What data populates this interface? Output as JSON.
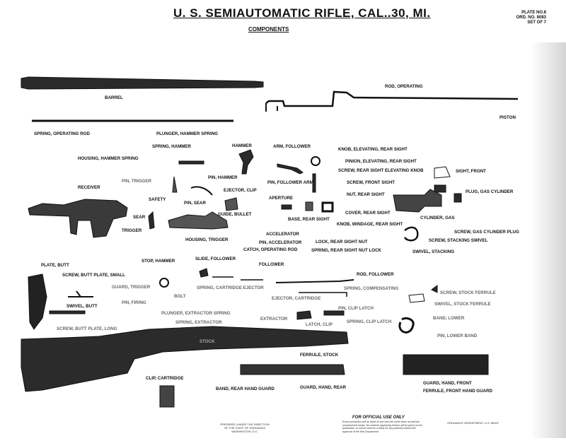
{
  "title": "U. S. SEMIAUTOMATIC RIFLE, CAL..30, MI.",
  "subtitle": "COMPONENTS",
  "plate": [
    "PLATE NO.8",
    "ORD. NO. 8083",
    "SET OF 7"
  ],
  "parts": {
    "barrel": "BARREL",
    "rod_operating": "ROD, OPERATING",
    "piston": "PISTON",
    "spring_operating_rod": "SPRING, OPERATING ROD",
    "plunger_hammer_spring": "PLUNGER, HAMMER SPRING",
    "spring_hammer": "SPRING, HAMMER",
    "hammer": "HAMMER",
    "arm_follower": "ARM, FOLLOWER",
    "knob_elevating_rear_sight": "KNOB, ELEVATING, REAR SIGHT",
    "housing_hammer_spring": "HOUSING, HAMMER SPRING",
    "pinion_elevating_rear_sight": "PINION, ELEVATING, REAR SIGHT",
    "screw_rear_sight_elevating_knob": "SCREW, REAR SIGHT ELEVATING KNOB",
    "sight_front": "SIGHT, FRONT",
    "pin_hammer": "PIN, HAMMER",
    "pin_trigger": "PIN, TRIGGER",
    "receiver": "RECEIVER",
    "pin_follower_arm": "PIN, FOLLOWER ARM",
    "screw_front_sight": "SCREW, FRONT SIGHT",
    "ejector_clip": "EJECTOR, CLIP",
    "plug_gas_cylinder": "PLUG, GAS CYLINDER",
    "nut_rear_sight": "NUT, REAR SIGHT",
    "safety": "SAFETY",
    "pin_sear": "PIN, SEAR",
    "aperture": "APERTURE",
    "guide_bullet": "GUIDE, BULLET",
    "cover_rear_sight": "COVER, REAR SIGHT",
    "cylinder_gas": "CYLINDER, GAS",
    "sear": "SEAR",
    "base_rear_sight": "BASE, REAR SIGHT",
    "knob_windage_rear_sight": "KNOB, WINDAGE, REAR SIGHT",
    "screw_gas_cylinder_plug": "SCREW, GAS CYLINDER PLUG",
    "trigger": "TRIGGER",
    "accelerator": "ACCELERATOR",
    "screw_stacking_swivel": "SCREW, STACKING SWIVEL",
    "housing_trigger": "HOUSING, TRIGGER",
    "pin_accelerator": "PIN, ACCELERATOR",
    "lock_rear_sight_nut": "LOCK, REAR SIGHT NUT",
    "swivel_stacking": "SWIVEL, STACKING",
    "catch_operating_rod": "CATCH, OPERATING ROD",
    "spring_rear_sight_nut_lock": "SPRING, REAR SIGHT NUT LOCK",
    "slide_follower": "SLIDE, FOLLOWER",
    "stop_hammer": "STOP, HAMMER",
    "follower": "FOLLOWER",
    "plate_butt": "PLATE, BUTT",
    "screw_butt_plate_small": "SCREW, BUTT PLATE, SMALL",
    "rod_follower": "ROD, FOLLOWER",
    "guard_trigger": "GUARD, TRIGGER",
    "spring_cartridge_ejector": "SPRING, CARTRIDGE EJECTOR",
    "spring_compensating": "SPRING, COMPENSATING",
    "bolt": "BOLT",
    "screw_stock_ferrule": "SCREW, STOCK FERRULE",
    "swivel_butt": "SWIVEL, BUTT",
    "pin_firing": "PIN, FIRING",
    "ejector_cartridge": "EJECTOR, CARTRIDGE",
    "swivel_stock_ferrule": "SWIVEL, STOCK FERRULE",
    "plunger_extractor_spring": "PLUNGER, EXTRACTOR SPRING",
    "pin_clip_latch": "PIN, CLIP LATCH",
    "band_lower": "BAND, LOWER",
    "spring_extractor": "SPRING, EXTRACTOR",
    "extractor": "EXTRACTOR",
    "latch_clip": "LATCH, CLIP",
    "spring_clip_latch": "SPRING, CLIP LATCH",
    "screw_butt_plate_long": "SCREW, BUTT PLATE, LONG",
    "pin_lower_band": "PIN, LOWER BAND",
    "stock": "STOCK",
    "ferrule_stock": "FERRULE, STOCK",
    "clip_cartridge": "CLIP, CARTRIDGE",
    "guard_hand_front": "GUARD, HAND, FRONT",
    "band_rear_hand_guard": "BAND, REAR HAND GUARD",
    "guard_hand_rear": "GUARD, HAND, REAR",
    "ferrule_front_hand_guard": "FERRULE, FRONT HAND GUARD"
  },
  "footer": {
    "restriction_title": "FOR OFFICIAL USE ONLY",
    "restriction_text": "Every precaution will be taken to see that this sheet does not fall into unauthorized hands. No material appearing hereon will be given out for publication, or will be used as a basis for any publicity without the approval of the War Department.",
    "center_note": "PREPARED UNDER THE DIRECTION OF THE CHIEF OF ORDNANCE WASHINGTON, D.C.",
    "right_note": "ORDNANCE DEPARTMENT, U.S. ARMY"
  }
}
